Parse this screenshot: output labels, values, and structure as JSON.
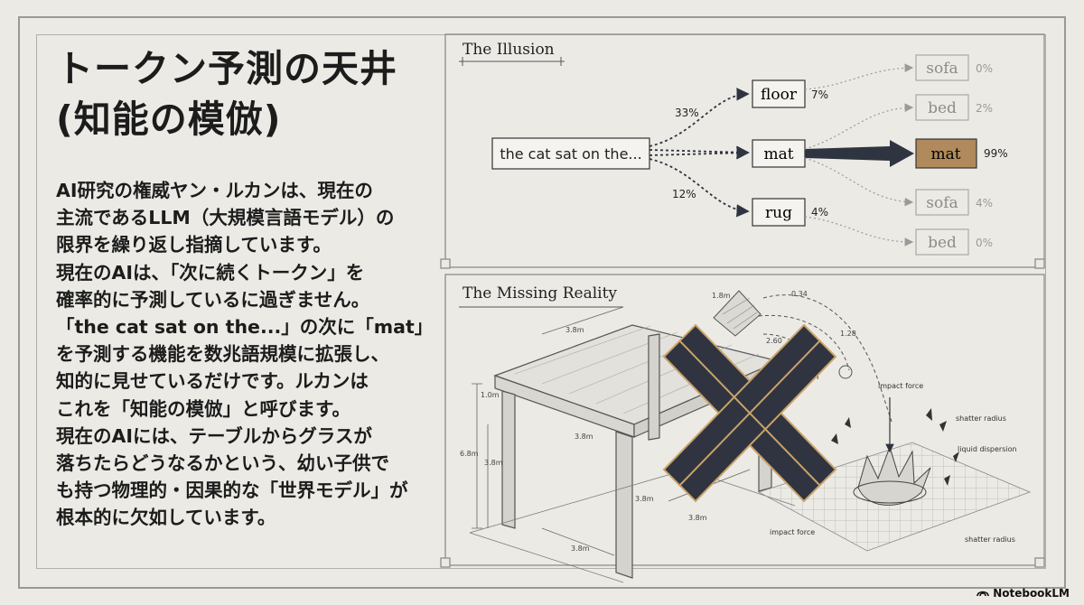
{
  "title": [
    "トークン予測の天井",
    "(知能の模倣)"
  ],
  "body_lines": [
    "AI研究の権威ヤン・ルカンは、現在の",
    "主流であるLLM（大規模言語モデル）の",
    "限界を繰り返し指摘しています。",
    "現在のAIは、「次に続くトークン」を",
    "確率的に予測しているに過ぎません。",
    "「the cat sat on the...」の次に「mat」",
    "を予測する機能を数兆語規模に拡張し、",
    "知的に見せているだけです。ルカンは",
    "これを「知能の模倣」と呼びます。",
    "現在のAIには、テーブルからグラスが",
    "落ちたらどうなるかという、幼い子供で",
    "も持つ物理的・因果的な「世界モデル」が",
    "根本的に欠如しています。"
  ],
  "illusion": {
    "section_label": "The Illusion",
    "input_label": "the cat sat on the...",
    "first_tier": [
      {
        "label": "floor",
        "prob": "7%",
        "edge_pct": "33%"
      },
      {
        "label": "mat",
        "prob": "",
        "edge_pct": ""
      },
      {
        "label": "rug",
        "prob": "4%",
        "edge_pct": "12%"
      }
    ],
    "final": {
      "label": "mat",
      "prob": "99%"
    },
    "faded": [
      {
        "label": "sofa",
        "prob": "0%"
      },
      {
        "label": "bed",
        "prob": "2%"
      },
      {
        "label": "sofa",
        "prob": "4%"
      },
      {
        "label": "bed",
        "prob": "0%"
      }
    ]
  },
  "reality": {
    "section_label": "The Missing Reality",
    "table_dims": [
      "3.8m",
      "3.8m",
      "6.8m",
      "3.8m",
      "3.8m",
      "3.8m",
      "1.0m",
      "3.8m"
    ],
    "trajectory_labels": [
      "0.34",
      "2.60",
      "1.28",
      "1.8m"
    ],
    "annotations": [
      "impact force",
      "shatter radius",
      "liquid dispersion",
      "impact force",
      "shatter radius"
    ]
  },
  "brand": "NotebookLM",
  "colors": {
    "accent_box": "#b08a5c",
    "arrow": "#2e3540",
    "x_mark": "#2f3440",
    "x_gold": "#c9a26a"
  }
}
